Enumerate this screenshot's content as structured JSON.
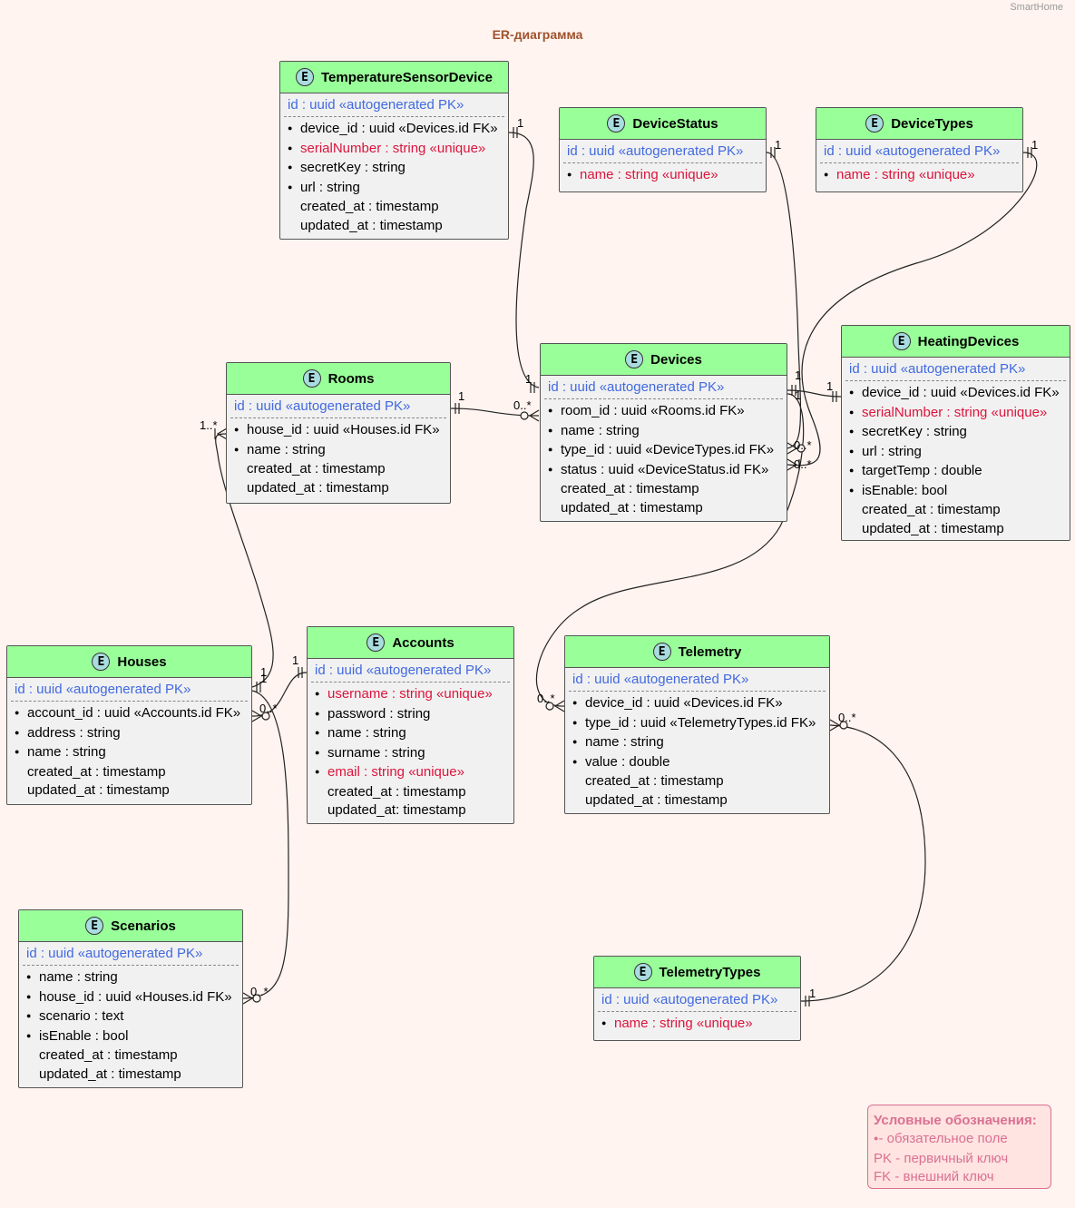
{
  "corner": "SmartHome",
  "title": "ER-диаграмма",
  "entities": {
    "temp": {
      "name": "TemperatureSensorDevice",
      "pk": "id : uuid «autogenerated PK»",
      "fields": [
        {
          "t": "device_id : uuid «Devices.id FK»",
          "b": true,
          "c": ""
        },
        {
          "t": "serialNumber : string «unique»",
          "b": true,
          "c": "red"
        },
        {
          "t": "secretKey : string",
          "b": true,
          "c": ""
        },
        {
          "t": "url : string",
          "b": true,
          "c": ""
        },
        {
          "t": "created_at : timestamp",
          "b": false,
          "c": ""
        },
        {
          "t": "updated_at : timestamp",
          "b": false,
          "c": ""
        }
      ]
    },
    "status": {
      "name": "DeviceStatus",
      "pk": "id : uuid «autogenerated PK»",
      "fields": [
        {
          "t": "name : string «unique»",
          "b": true,
          "c": "red"
        }
      ]
    },
    "types": {
      "name": "DeviceTypes",
      "pk": "id : uuid «autogenerated PK»",
      "fields": [
        {
          "t": "name : string «unique»",
          "b": true,
          "c": "red"
        }
      ]
    },
    "rooms": {
      "name": "Rooms",
      "pk": "id : uuid «autogenerated PK»",
      "fields": [
        {
          "t": "house_id : uuid «Houses.id FK»",
          "b": true,
          "c": ""
        },
        {
          "t": "name : string",
          "b": true,
          "c": ""
        },
        {
          "t": "created_at : timestamp",
          "b": false,
          "c": ""
        },
        {
          "t": "updated_at : timestamp",
          "b": false,
          "c": ""
        }
      ]
    },
    "devices": {
      "name": "Devices",
      "pk": "id : uuid «autogenerated PK»",
      "fields": [
        {
          "t": "room_id : uuid «Rooms.id FK»",
          "b": true,
          "c": ""
        },
        {
          "t": "name : string",
          "b": true,
          "c": ""
        },
        {
          "t": "type_id : uuid «DeviceTypes.id FK»",
          "b": true,
          "c": ""
        },
        {
          "t": "status : uuid «DeviceStatus.id FK»",
          "b": true,
          "c": ""
        },
        {
          "t": "created_at : timestamp",
          "b": false,
          "c": ""
        },
        {
          "t": "updated_at : timestamp",
          "b": false,
          "c": ""
        }
      ]
    },
    "heating": {
      "name": "HeatingDevices",
      "pk": "id : uuid «autogenerated PK»",
      "fields": [
        {
          "t": "device_id : uuid «Devices.id FK»",
          "b": true,
          "c": ""
        },
        {
          "t": "serialNumber : string «unique»",
          "b": true,
          "c": "red"
        },
        {
          "t": "secretKey : string",
          "b": true,
          "c": ""
        },
        {
          "t": "url : string",
          "b": true,
          "c": ""
        },
        {
          "t": "targetTemp : double",
          "b": true,
          "c": ""
        },
        {
          "t": "isEnable: bool",
          "b": true,
          "c": ""
        },
        {
          "t": "created_at : timestamp",
          "b": false,
          "c": ""
        },
        {
          "t": "updated_at : timestamp",
          "b": false,
          "c": ""
        }
      ]
    },
    "houses": {
      "name": "Houses",
      "pk": "id : uuid «autogenerated PK»",
      "fields": [
        {
          "t": "account_id : uuid «Accounts.id FK»",
          "b": true,
          "c": ""
        },
        {
          "t": "address : string",
          "b": true,
          "c": ""
        },
        {
          "t": "name : string",
          "b": true,
          "c": ""
        },
        {
          "t": "created_at : timestamp",
          "b": false,
          "c": ""
        },
        {
          "t": "updated_at : timestamp",
          "b": false,
          "c": ""
        }
      ]
    },
    "accounts": {
      "name": "Accounts",
      "pk": "id : uuid «autogenerated PK»",
      "fields": [
        {
          "t": "username : string «unique»",
          "b": true,
          "c": "red"
        },
        {
          "t": "password : string",
          "b": true,
          "c": ""
        },
        {
          "t": "name : string",
          "b": true,
          "c": ""
        },
        {
          "t": "surname : string",
          "b": true,
          "c": ""
        },
        {
          "t": "email : string «unique»",
          "b": true,
          "c": "red"
        },
        {
          "t": "created_at : timestamp",
          "b": false,
          "c": ""
        },
        {
          "t": "updated_at: timestamp",
          "b": false,
          "c": ""
        }
      ]
    },
    "telemetry": {
      "name": "Telemetry",
      "pk": "id : uuid «autogenerated PK»",
      "fields": [
        {
          "t": "device_id : uuid «Devices.id FK»",
          "b": true,
          "c": ""
        },
        {
          "t": "type_id : uuid «TelemetryTypes.id FK»",
          "b": true,
          "c": ""
        },
        {
          "t": "name : string",
          "b": true,
          "c": ""
        },
        {
          "t": "value : double",
          "b": true,
          "c": ""
        },
        {
          "t": "created_at : timestamp",
          "b": false,
          "c": ""
        },
        {
          "t": "updated_at : timestamp",
          "b": false,
          "c": ""
        }
      ]
    },
    "scenarios": {
      "name": "Scenarios",
      "pk": "id : uuid «autogenerated PK»",
      "fields": [
        {
          "t": "name : string",
          "b": true,
          "c": ""
        },
        {
          "t": "house_id : uuid «Houses.id FK»",
          "b": true,
          "c": ""
        },
        {
          "t": "scenario : text",
          "b": true,
          "c": ""
        },
        {
          "t": "isEnable : bool",
          "b": true,
          "c": ""
        },
        {
          "t": "created_at : timestamp",
          "b": false,
          "c": ""
        },
        {
          "t": "updated_at : timestamp",
          "b": false,
          "c": ""
        }
      ]
    },
    "ttypes": {
      "name": "TelemetryTypes",
      "pk": "id : uuid «autogenerated PK»",
      "fields": [
        {
          "t": "name : string «unique»",
          "b": true,
          "c": "red"
        }
      ]
    }
  },
  "relations": [
    {
      "from": "temp",
      "to": "devices",
      "one": "1",
      "many": "1"
    },
    {
      "from": "status",
      "to": "devices",
      "one": "1",
      "many": "0..*"
    },
    {
      "from": "types",
      "to": "devices",
      "one": "1",
      "many": "0..*"
    },
    {
      "from": "rooms",
      "to": "devices",
      "one": "1",
      "many": "0..*"
    },
    {
      "from": "devices",
      "to": "heating",
      "one": "1",
      "many": "1"
    },
    {
      "from": "devices",
      "to": "telemetry",
      "one": "1",
      "many": "0..*"
    },
    {
      "from": "houses",
      "to": "rooms",
      "one": "1",
      "many": "1..*"
    },
    {
      "from": "accounts",
      "to": "houses",
      "one": "1",
      "many": "0..*"
    },
    {
      "from": "houses",
      "to": "scenarios",
      "one": "1",
      "many": "0..*"
    },
    {
      "from": "ttypes",
      "to": "telemetry",
      "one": "1",
      "many": "0..*"
    }
  ],
  "legend": {
    "title": "Условные обозначения:",
    "items": [
      "- обязательное поле",
      "PK - первичный ключ",
      "FK - внешний ключ"
    ]
  },
  "colors": {
    "header": "#99ff99",
    "pk": "#4169e1",
    "unique": "#dc143c",
    "title": "#a0522d",
    "legend": "#db7093"
  }
}
